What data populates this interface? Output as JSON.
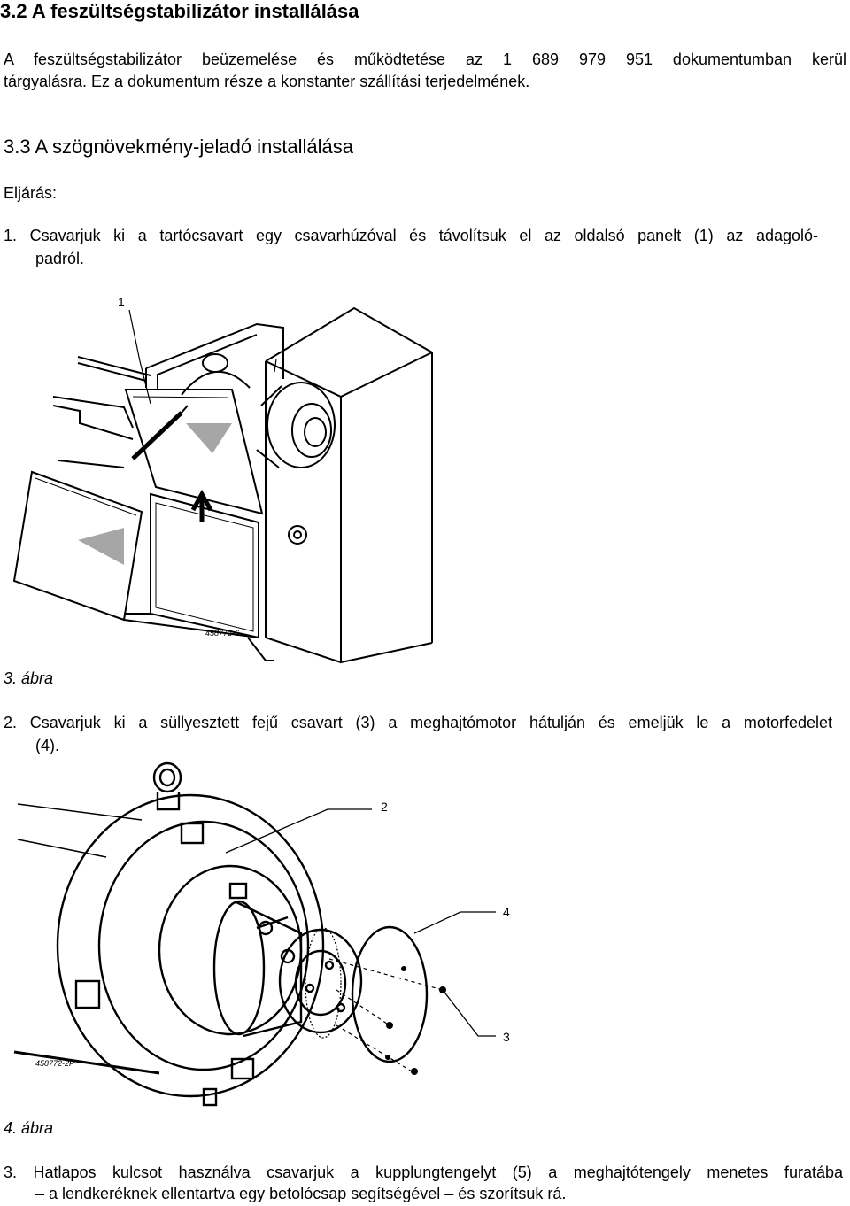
{
  "section_3_2": {
    "heading": "3.2  A feszültségstabilizátor installálása",
    "para_line1": "A feszültségstabilizátor beüzemelése és működtetése az 1 689 979 951 dokumentumban kerül",
    "para_line2": "tárgyalásra. Ez a dokumentum része a konstanter szállítási terjedelmének."
  },
  "section_3_3": {
    "heading": "3.3  A szögnövekmény-jeladó installálása",
    "procedure_label": "Eljárás:"
  },
  "steps": [
    {
      "line1": "1.  Csavarjuk ki a tartócsavart egy csavarhúzóval és távolítsuk el az oldalsó panelt (1) az adagoló-",
      "line2": "padról."
    },
    {
      "line1": "2.  Csavarjuk ki a süllyesztett fejű csavart (3) a meghajtómotor hátulján és emeljük le a motorfedelet",
      "line2": "(4)."
    },
    {
      "line1": "3.  Hatlapos kulcsot használva csavarjuk a kupplungtengelyt (5) a meghajtótengely menetes furatába",
      "line2": "– a lendkeréknek ellentartva egy betolócsap segítségével – és szorítsuk rá."
    }
  ],
  "figure3": {
    "caption": "3. ábra",
    "label_1": "1",
    "code": "458772-6"
  },
  "figure4": {
    "caption": "4. ábra",
    "label_2": "2",
    "label_3": "3",
    "label_4": "4",
    "code": "458772-2P"
  }
}
